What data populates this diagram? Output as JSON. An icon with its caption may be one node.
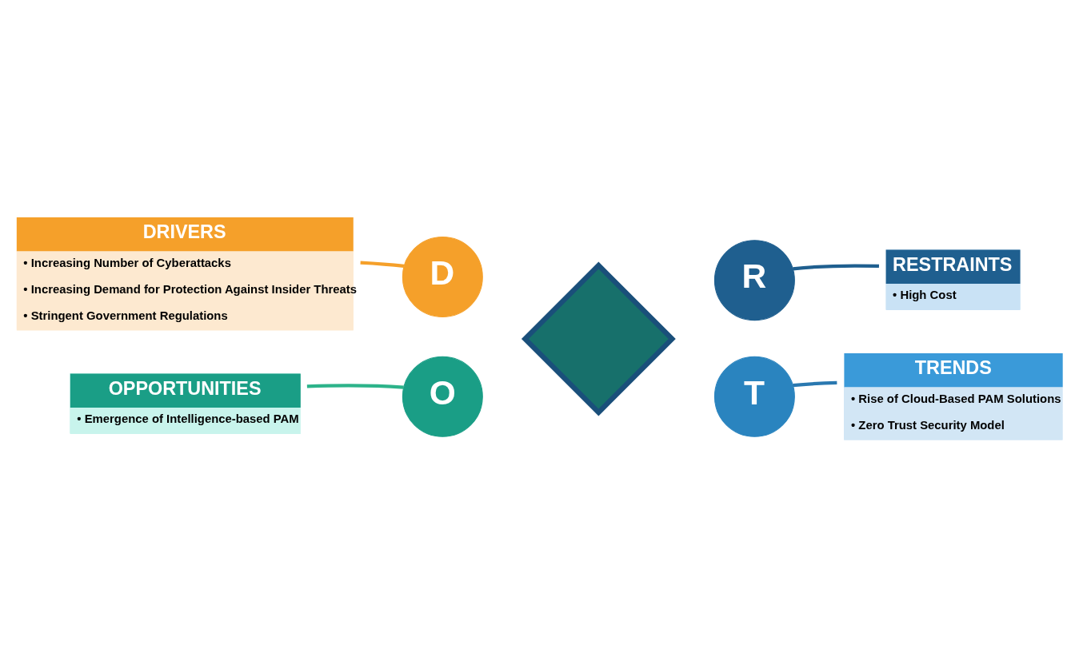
{
  "diagram": {
    "nodes": [
      {
        "text": [
          "DRIVERS",
          "• Increasing Number of Cyberattacks",
          "• Increasing Demand for Protection Against Insider Threats",
          "• Stringent Government Regulations"
        ]
      },
      {
        "text": [
          "RESTRAINTS",
          "• High Cost"
        ]
      },
      {
        "text": [
          "OPPORTUNITIES",
          "• Emergence of Intelligence-based PAM"
        ]
      },
      {
        "text": [
          "TRENDS",
          "• Rise of Cloud-Based PAM Solutions",
          "• Zero Trust Security Model"
        ]
      },
      {
        "text": [
          "D"
        ]
      },
      {
        "text": [
          "R"
        ]
      },
      {
        "text": [
          "O"
        ]
      },
      {
        "text": [
          "T"
        ]
      },
      {
        "text": [],
        "shape": "diamond"
      }
    ],
    "edges": [
      {
        "from": 4,
        "to": 0,
        "arrow": "none",
        "color": "#f5a02a"
      },
      {
        "from": 5,
        "to": 1,
        "arrow": "none",
        "color": "#1f5f8f"
      },
      {
        "from": 6,
        "to": 2,
        "arrow": "none",
        "color": "#2db38a"
      },
      {
        "from": 7,
        "to": 3,
        "arrow": "none",
        "color": "#2a78b0"
      }
    ]
  }
}
